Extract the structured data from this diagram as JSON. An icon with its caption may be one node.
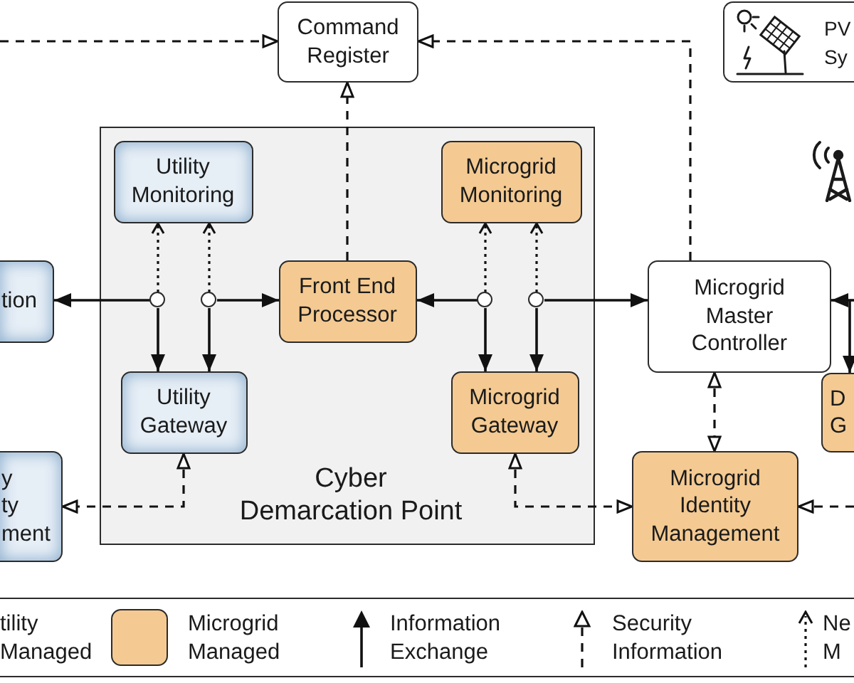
{
  "diagram": {
    "nodes": [
      {
        "text": [
          "Command Register"
        ]
      },
      {
        "text": [
          "PV Sy"
        ]
      },
      {
        "text": [
          "Cyber Demarcation Point"
        ]
      },
      {
        "text": [
          "Utility Monitoring"
        ],
        "in": 2
      },
      {
        "text": [
          "Microgrid Monitoring"
        ],
        "in": 2
      },
      {
        "text": [
          "tion"
        ]
      },
      {
        "text": [
          "Front End Processor"
        ],
        "in": 2
      },
      {
        "text": [
          "Microgrid Master Controller"
        ]
      },
      {
        "text": [
          "Utility Gateway"
        ],
        "in": 2
      },
      {
        "text": [
          "Microgrid Gateway"
        ],
        "in": 2
      },
      {
        "text": [
          "D G"
        ]
      },
      {
        "text": [
          "y ty ment"
        ]
      },
      {
        "text": [
          "Microgrid Identity Management"
        ]
      },
      {
        "text": [],
        "shape": "circle",
        "in": 2
      },
      {
        "text": [],
        "shape": "circle",
        "in": 2
      },
      {
        "text": [],
        "shape": "circle",
        "in": 2
      },
      {
        "text": [],
        "shape": "circle",
        "in": 2
      }
    ],
    "edges": [
      {
        "from": null,
        "to": 0,
        "arrow": "to",
        "style": "dashed"
      },
      {
        "from": 7,
        "to": 0,
        "arrow": "to",
        "style": "dashed"
      },
      {
        "from": 6,
        "to": 0,
        "arrow": "to",
        "style": "dashed"
      },
      {
        "from": 13,
        "to": 5,
        "arrow": "to"
      },
      {
        "from": 13,
        "to": 8,
        "arrow": "to"
      },
      {
        "from": 14,
        "to": 6,
        "arrow": "to"
      },
      {
        "from": 14,
        "to": 8,
        "arrow": "to"
      },
      {
        "from": 13,
        "to": 3,
        "arrow": "to",
        "style": "dashed"
      },
      {
        "from": 14,
        "to": 3,
        "arrow": "to",
        "style": "dashed"
      },
      {
        "from": 15,
        "to": 6,
        "arrow": "to"
      },
      {
        "from": 15,
        "to": 9,
        "arrow": "to"
      },
      {
        "from": 16,
        "to": 7,
        "arrow": "to"
      },
      {
        "from": 16,
        "to": 9,
        "arrow": "to"
      },
      {
        "from": 15,
        "to": 4,
        "arrow": "to",
        "style": "dashed"
      },
      {
        "from": 16,
        "to": 4,
        "arrow": "to",
        "style": "dashed"
      },
      {
        "from": null,
        "to": 7,
        "arrow": "to"
      },
      {
        "from": null,
        "to": 10,
        "arrow": "to"
      },
      {
        "from": 8,
        "to": 11,
        "arrow": "both",
        "style": "dashed"
      },
      {
        "from": 9,
        "to": 12,
        "arrow": "both",
        "style": "dashed"
      },
      {
        "from": 7,
        "to": 12,
        "arrow": "both",
        "style": "dashed"
      },
      {
        "from": null,
        "to": 12,
        "arrow": "to",
        "style": "dashed"
      }
    ],
    "legend": [
      {
        "text": "tility Managed"
      },
      {
        "text": "Microgrid Managed",
        "color": "#f4ca92"
      },
      {
        "text": "Information Exchange"
      },
      {
        "text": "Security Information"
      },
      {
        "text": "Ne M"
      }
    ]
  }
}
